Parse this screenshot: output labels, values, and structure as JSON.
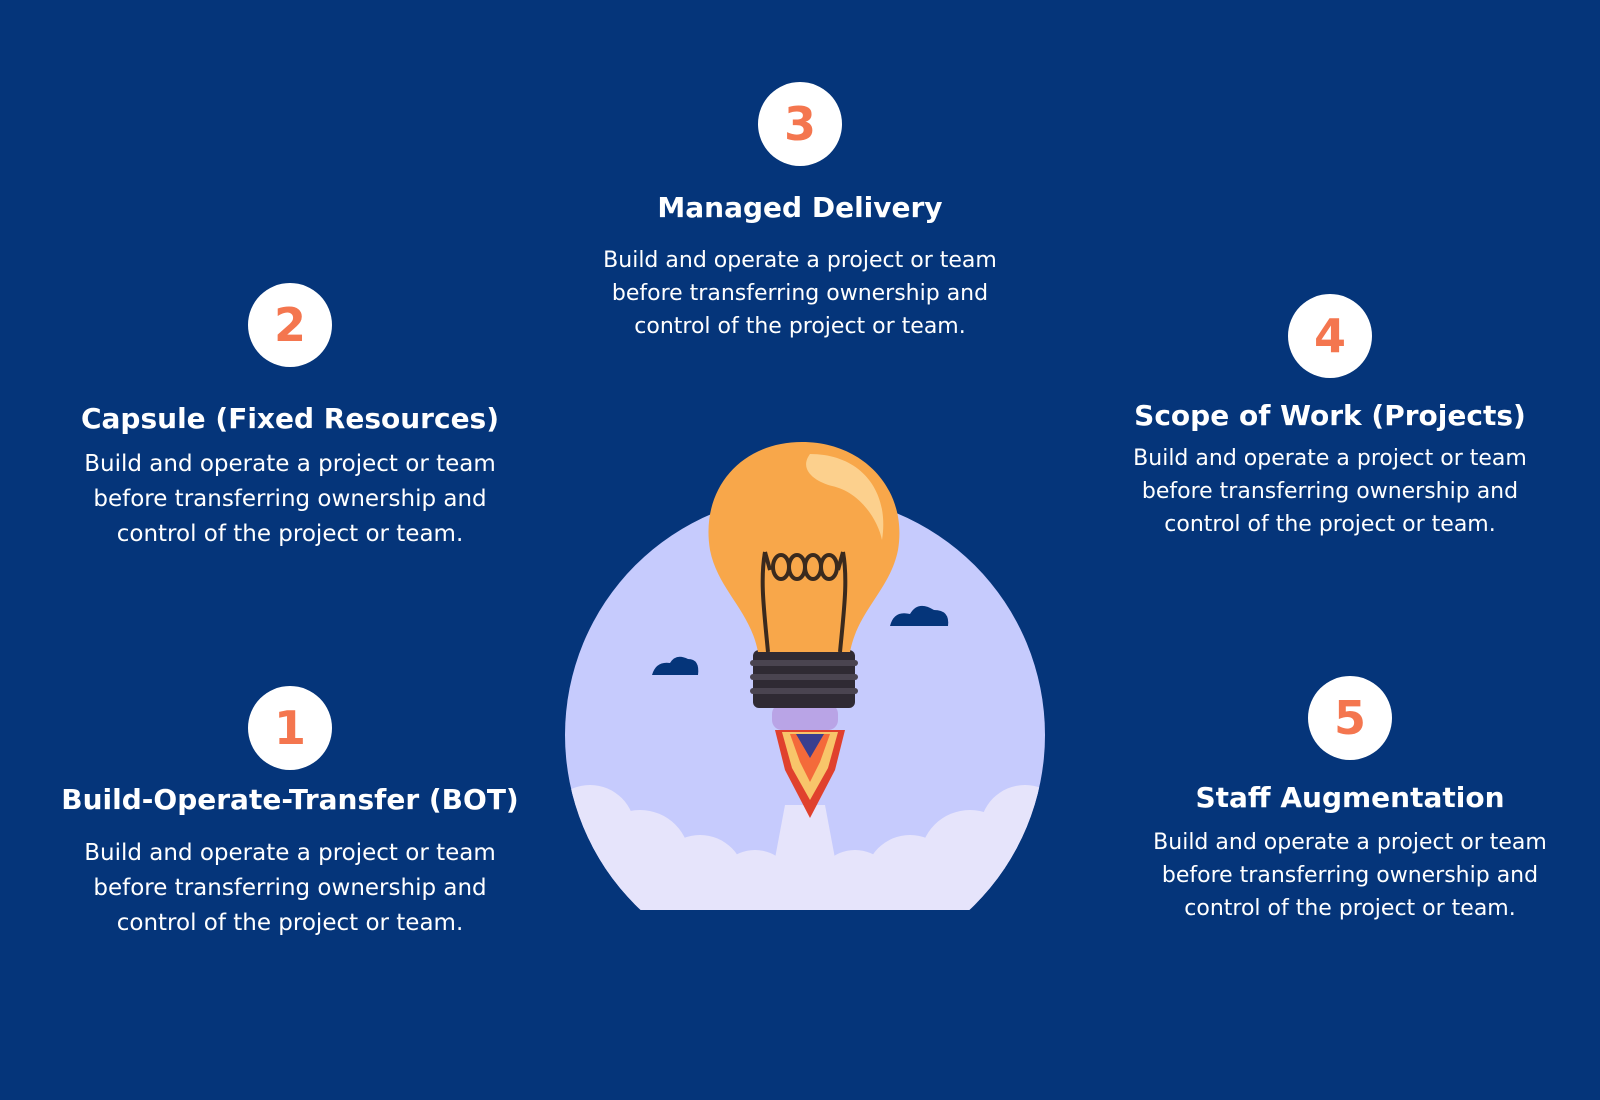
{
  "colors": {
    "background": "#05357a",
    "badge_fill": "#ffffff",
    "badge_number": "#f4764f",
    "circle": "#c6cbfd",
    "bulb": "#f8a74a",
    "cloud_dark": "#05357a",
    "smoke": "#e6e4fb"
  },
  "items": [
    {
      "number": "1",
      "title": "Build-Operate-Transfer (BOT)",
      "lines": [
        "Build and operate a project or team",
        "before transferring ownership and",
        "control of the project or team."
      ]
    },
    {
      "number": "2",
      "title": "Capsule (Fixed Resources)",
      "lines": [
        "Build and operate a project or team",
        "before transferring ownership and",
        "control of the project or team."
      ]
    },
    {
      "number": "3",
      "title": "Managed Delivery",
      "lines": [
        "Build and operate a project or team",
        "before transferring ownership and",
        "control of the project or team."
      ]
    },
    {
      "number": "4",
      "title": "Scope of Work (Projects)",
      "lines": [
        "Build and operate a project or team",
        "before transferring ownership and",
        "control of the project or team."
      ]
    },
    {
      "number": "5",
      "title": "Staff Augmentation",
      "lines": [
        "Build and operate a project or team",
        "before transferring ownership and",
        "control of the project or team."
      ]
    }
  ],
  "illustration": {
    "icon": "lightbulb-rocket-icon",
    "clouds": [
      "cloud-icon",
      "cloud-icon"
    ]
  }
}
